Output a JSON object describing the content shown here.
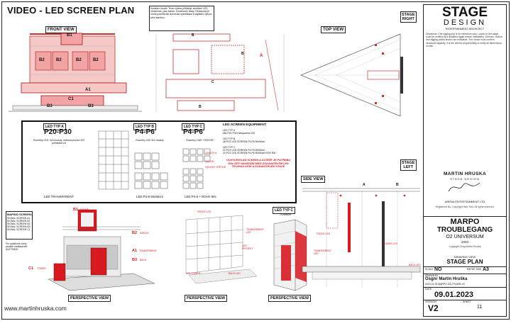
{
  "header": {
    "title": "VIDEO - LED SCREEN PLAN",
    "note": "Kreativní studio: Tento výkres přibližuje zavěšení LED obrazovek, plán kamer, hmotnostní bloky. Obrazovky je nutné potvrdit dle technické specifikace a zajištění výkonu před stavbou."
  },
  "views": {
    "front": "FRONT VIEW",
    "top": "TOP VIEW",
    "side": "SIDE VIEW",
    "persp1": "PERSPECTIVE VIEW",
    "persp2": "PERSPECTIVE VIEW",
    "persp3": "PERSPECTIVE VIEW"
  },
  "front_labels": {
    "b1": "B1",
    "b2a": "B2",
    "b2b": "B2",
    "b2c": "B2",
    "b2d": "B2",
    "c1": "C1",
    "a1": "A1",
    "b3a": "B3",
    "b3b": "B3"
  },
  "top_labels": {
    "b1": "B",
    "b2": "B",
    "a": "A",
    "c": "C",
    "b3": "B"
  },
  "stage_markers": {
    "right": "STAGE\nRIGHT",
    "left": "STAGE\nLEFT"
  },
  "brand": {
    "name": "STAGE",
    "sub": "DESIGN",
    "tagline": "ENTERTAINMENT ARCHITECT"
  },
  "disclaimer": "Disclaimer: The rigging plot is for reference only. Loads on the stage must be verified by a qualified rigger before installation. All truss, motors and rigging points shown are indicative. The venue must confirm structural capacity. It is the client's responsibility to verify all dimensions on site.",
  "led_types": {
    "a": {
      "head": "LED TYP A",
      "model": "P20-P30",
      "desc": "Rozměry LED: 4x3 moduly, celková plocha LED průhledná síť",
      "foot": "LED TRANSPARENT"
    },
    "b": {
      "head": "LED TYP B",
      "model": "P4-P6",
      "desc": "Rozměry LED 3x4 moduly",
      "foot": "LED P4-6 50x50cm"
    },
    "c": {
      "head": "LED TYP C",
      "model": "P4-P6",
      "desc": "Rozměry 10x5 + ROH 90°",
      "tags": [
        "10X5/20 m",
        "ROH 90",
        "ODVODY ZPĚTNÉ"
      ],
      "foot": "LED P4-6 + ROHY 90c"
    }
  },
  "equipment": {
    "head": "LED SCREEN EQUIPMENT:",
    "items": [
      "LED TYP A",
      "28x P20-P30 transparent LED",
      "LED TYP B",
      "48 PCS LED SCREEN P4-P6 50x50cm",
      "LED TYP C",
      "32 PCS LED SCREEN P4-P6 50x50cm",
      "10 PCS LED SCREEN P4-P6 50x50cm ROH 90c"
    ],
    "warning": "UCHYCENÍ LED SCREEN A ZÁTĚŽE JE POTŘEBA DOLOŽIT NAVÁZÁNÍ MEZI DODAVATELEM LED TECHNOLOGIE A DODAVATELEM STAGE"
  },
  "mapping": {
    "head": "MAPING SCREEN:",
    "items": [
      "SIGNAL SCREEN A1",
      "SIGNAL SCREEN B1",
      "SIGNAL SCREEN B2",
      "SIGNAL SCREEN B3",
      "SIGNAL SCREEN C1"
    ],
    "note": "Pro ukázkové účely použité mediaserver ANYTHING"
  },
  "persp_labels": {
    "b1": "B1",
    "b1t": "FRONT",
    "b2": "B2",
    "b2t": "MIDDLE",
    "a1": "A1",
    "a1t": "TRANSPARENT",
    "b3": "B3",
    "b3t": "BACK",
    "c1": "C1",
    "c1t": "TOWER",
    "p2_front": "FRONT LED",
    "p2_trans": "TRANSPARENT LED",
    "p2_led": "LED PROJEKT",
    "p2_tower": "LED TOWER",
    "p2_back": "BACK LED",
    "p3_head": "LED TYP C",
    "p3_sub": "TOWER"
  },
  "side_labels": {
    "front": "FRONT LED",
    "trans": "TRANSPARENT LED",
    "tower": "TOWER LED",
    "back": "BACK LED",
    "a": "A",
    "b": "B"
  },
  "designer": {
    "name": "MARTIN HRUSKA",
    "sub": "STAGE DESIGN",
    "company": "ARENA ENTERTAINMENT LTD",
    "credits": "Registered No. Copyright New York. All rights reserved."
  },
  "project": {
    "client": "MARPO",
    "show": "TROUBLEGANG",
    "venue": "O2 UNIVERSUM",
    "year": "2023",
    "copy": "Copyright Greg Martin Hruska",
    "drawing_label": "DRAWING VIEW",
    "drawing": "STAGE PLAN",
    "scale_label": "SCALE",
    "scale": "NO",
    "paper_label": "PAPER SIZE",
    "paper": "A3",
    "drawn_label": "DRAWN BY",
    "drawn": "Osgnr Martin Hruška",
    "file": "2023-01-09 MARPO O2U PLANS V2",
    "date_label": "DATE",
    "date": "09.01.2023",
    "version_label": "VERSION",
    "version": "V2",
    "sheet_label": "SHEET",
    "sheet": "11"
  },
  "footer": {
    "url": "www.martinhruska.com"
  }
}
